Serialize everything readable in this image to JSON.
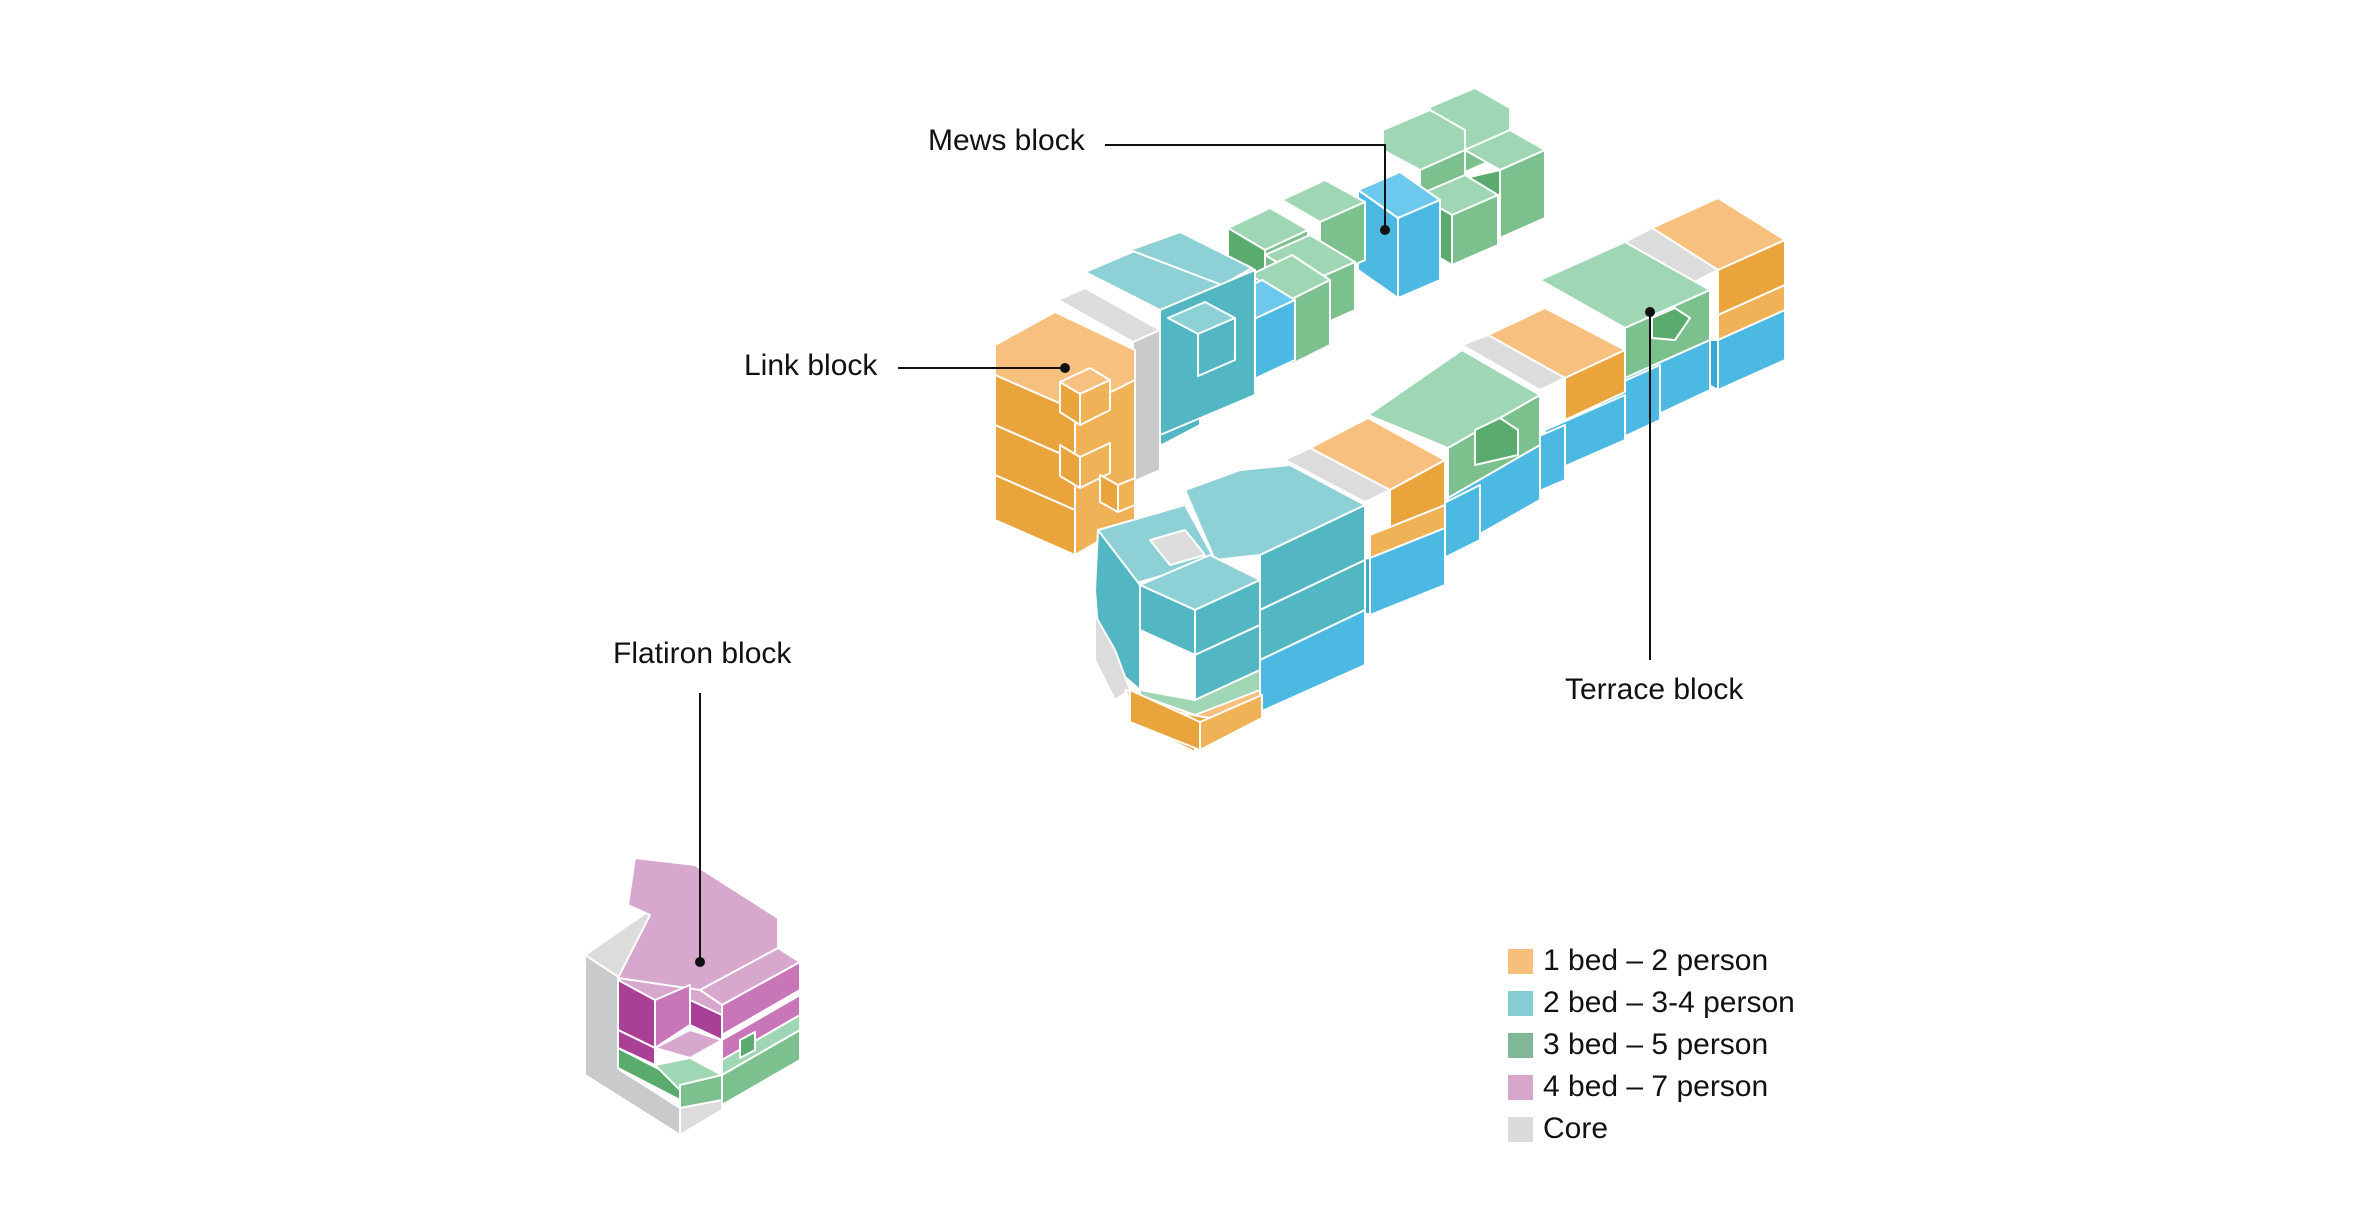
{
  "callouts": {
    "mews": "Mews block",
    "link": "Link block",
    "terrace": "Terrace block",
    "flatiron": "Flatiron block"
  },
  "legend": [
    {
      "label": "1 bed – 2 person",
      "color": "#f8bf7c"
    },
    {
      "label": "2 bed – 3-4 person",
      "color": "#86cdd3"
    },
    {
      "label": "3 bed – 5 person",
      "color": "#80b897"
    },
    {
      "label": "4 bed – 7 person",
      "color": "#d6a6cd"
    },
    {
      "label": "Core",
      "color": "#dadbdc"
    }
  ],
  "colors": {
    "one_bed_top": "#f8c07e",
    "one_bed_side": "#e9a53c",
    "two_bed_top": "#8dd0d5",
    "two_bed_side": "#52b7c3",
    "blue_side": "#4cb9e2",
    "blue_top": "#6dc8ee",
    "three_bed_top": "#9fd6b4",
    "three_bed_side": "#7cc08d",
    "green_dark": "#5aab6e",
    "four_bed_top": "#d7a7cd",
    "four_bed_side": "#c876b8",
    "four_bed_dark": "#aa3f96",
    "core_top": "#dcdcdc",
    "core_side": "#c9cacb"
  }
}
